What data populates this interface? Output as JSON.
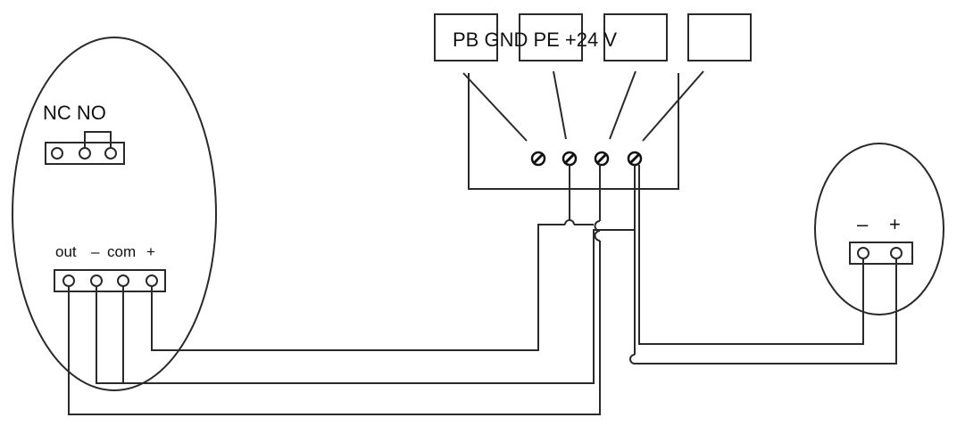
{
  "left_device": {
    "relay_labels": "NC NO",
    "terminal_labels": [
      "out",
      "–",
      "com",
      "+"
    ]
  },
  "top_block": {
    "terminal_labels": "PB GND PE +24 V"
  },
  "right_device": {
    "terminal_labels": [
      "–",
      "+"
    ]
  }
}
